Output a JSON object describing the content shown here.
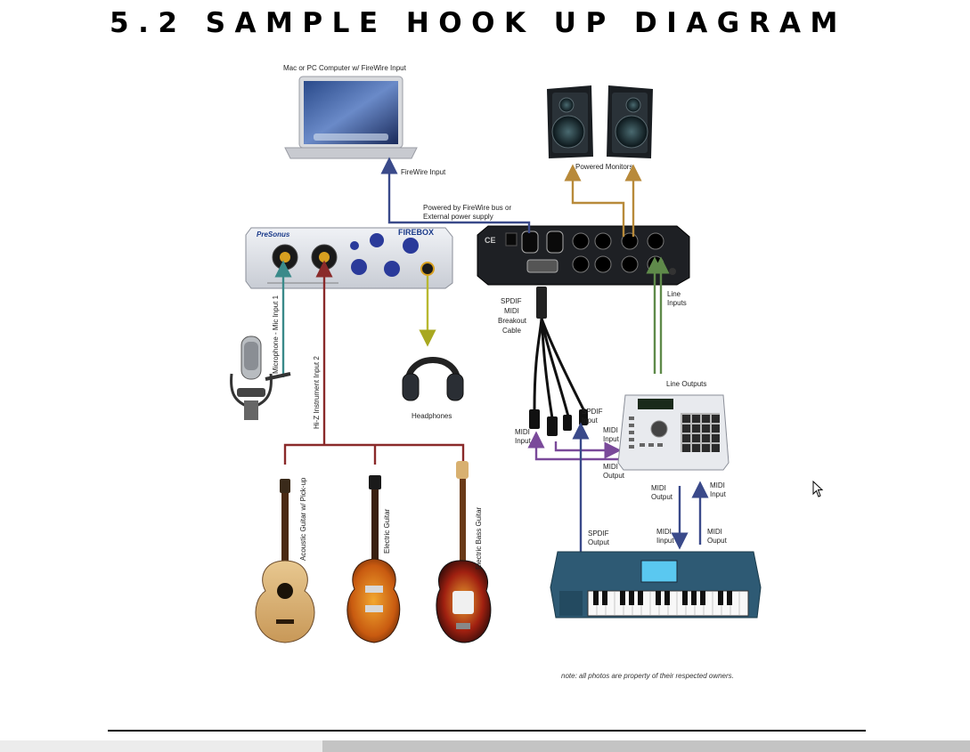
{
  "page": {
    "title": "5.2 SAMPLE HOOK UP DIAGRAM",
    "note": "note: all photos are property of their respected owners."
  },
  "labels": {
    "computer": "Mac or PC Computer w/ FireWire Input",
    "firewire_input": "FireWire Input",
    "powered_by_1": "Powered by FireWire bus or",
    "powered_by_2": "External power supply",
    "powered_monitors": "Powered Monitors",
    "line_inputs_1": "Line",
    "line_inputs_2": "Inputs",
    "spdif_cable_1": "SPDIF",
    "spdif_cable_2": "MIDI",
    "spdif_cable_3": "Breakout",
    "spdif_cable_4": "Cable",
    "mic_input": "Microphone - Mic Input 1",
    "hiz_input": "Hi-Z Instrument Input 2",
    "headphones": "Headphones",
    "line_outputs": "Line Outputs",
    "spdif_input_1": "SPDIF",
    "spdif_input_2": "Input",
    "midi_input_left_1": "MIDI",
    "midi_input_left_2": "Input",
    "midi_input_mid_1": "MIDI",
    "midi_input_mid_2": "Input",
    "midi_output_1": "MIDI",
    "midi_output_2": "Output",
    "midi_output_b_1": "MIDI",
    "midi_output_b_2": "Output",
    "midi_input_r_1": "MIDI",
    "midi_input_r_2": "Input",
    "spdif_output_1": "SPDIF",
    "spdif_output_2": "Output",
    "midi_input_k_1": "MIDI",
    "midi_input_k_2": "Iinput",
    "midi_output_k_1": "MIDI",
    "midi_output_k_2": "Ouput",
    "acoustic_guitar": "Acoustic Guitar w/ Pick-up",
    "electric_guitar": "Electric Guitar",
    "bass_guitar": "Electric Bass Guitar"
  },
  "device": {
    "brand": "PreSonus",
    "model": "FIREBOX",
    "ce_mark": "CE"
  },
  "colors": {
    "firewire": "#3a4a8a",
    "monitor_out": "#b88a3a",
    "line": "#5f8a4a",
    "mic": "#3a8a8a",
    "instrument": "#8a2a2a",
    "headphone": "#b8b830",
    "midi": "#7a4a9a",
    "spdif": "#3a4a8a"
  },
  "icons": [
    "laptop-icon",
    "speaker-icon",
    "audio-interface-icon",
    "rear-panel-icon",
    "microphone-icon",
    "headphones-icon",
    "drum-machine-icon",
    "keyboard-icon",
    "guitar-icon",
    "breakout-cable-icon"
  ]
}
